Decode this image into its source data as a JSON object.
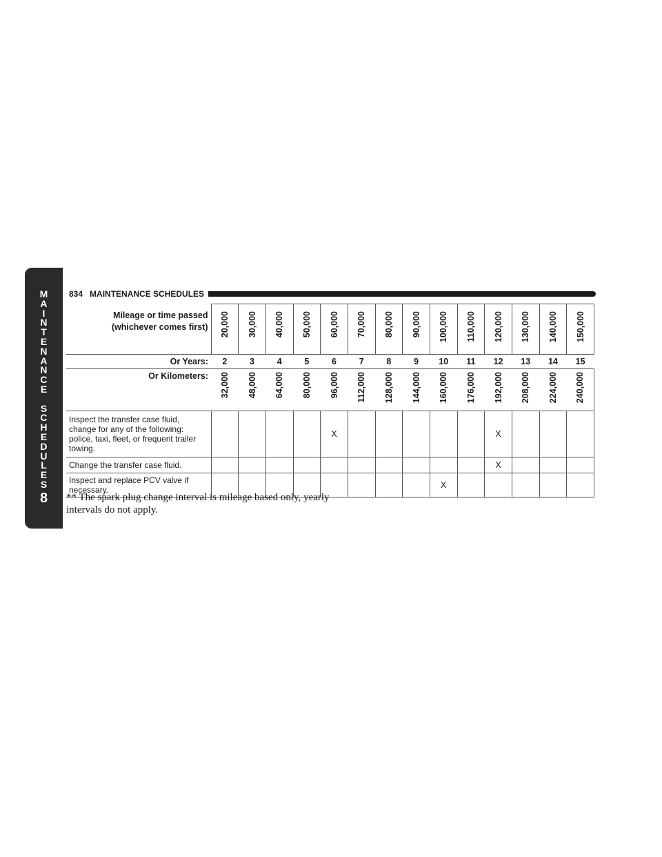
{
  "side_tab": {
    "letters": [
      "M",
      "A",
      "I",
      "N",
      "T",
      "E",
      "N",
      "A",
      "N",
      "C",
      "E",
      "",
      "S",
      "C",
      "H",
      "E",
      "D",
      "U",
      "L",
      "E",
      "S"
    ],
    "chapter": "8"
  },
  "header": {
    "page_number": "834",
    "section_title": "MAINTENANCE SCHEDULES"
  },
  "table": {
    "mileage_label_line1": "Mileage or time passed",
    "mileage_label_line2": "(whichever comes first)",
    "mileage": [
      "20,000",
      "30,000",
      "40,000",
      "50,000",
      "60,000",
      "70,000",
      "80,000",
      "90,000",
      "100,000",
      "110,000",
      "120,000",
      "130,000",
      "140,000",
      "150,000"
    ],
    "years_label": "Or Years:",
    "years": [
      "2",
      "3",
      "4",
      "5",
      "6",
      "7",
      "8",
      "9",
      "10",
      "11",
      "12",
      "13",
      "14",
      "15"
    ],
    "km_label": "Or Kilometers:",
    "kilometers": [
      "32,000",
      "48,000",
      "64,000",
      "80,000",
      "96,000",
      "112,000",
      "128,000",
      "144,000",
      "160,000",
      "176,000",
      "192,000",
      "208,000",
      "224,000",
      "240,000"
    ],
    "tasks": [
      {
        "description": "Inspect the transfer case fluid, change for any of the following: police, taxi, fleet, or frequent trailer towing.",
        "marks": [
          "",
          "",
          "",
          "",
          "X",
          "",
          "",
          "",
          "",
          "",
          "X",
          "",
          "",
          ""
        ]
      },
      {
        "description": "Change the transfer case fluid.",
        "marks": [
          "",
          "",
          "",
          "",
          "",
          "",
          "",
          "",
          "",
          "",
          "X",
          "",
          "",
          ""
        ]
      },
      {
        "description": "Inspect and replace PCV valve if necessary.",
        "marks": [
          "",
          "",
          "",
          "",
          "",
          "",
          "",
          "",
          "X",
          "",
          "",
          "",
          "",
          ""
        ]
      }
    ]
  },
  "footnote": "** The spark plug change interval is mileage based only, yearly intervals do not apply."
}
